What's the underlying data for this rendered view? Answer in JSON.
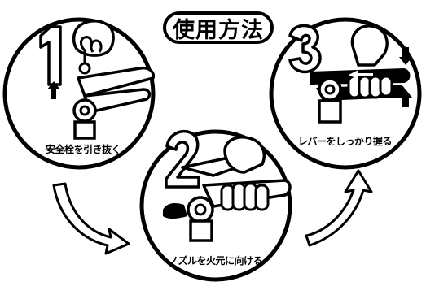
{
  "title": "使用方法",
  "steps": [
    {
      "number": "1",
      "caption": "安全栓を引き抜く"
    },
    {
      "number": "2",
      "caption": "ノズルを火元に向ける"
    },
    {
      "number": "3",
      "caption": "レバーをしっかり握る"
    }
  ],
  "colors": {
    "ink": "#000000",
    "background": "#ffffff"
  },
  "icons": [
    "hand-icon",
    "extinguisher-valve-icon",
    "up-arrow-icon",
    "down-arrow-icon",
    "curved-arrow-icon",
    "safety-pin-icon"
  ]
}
